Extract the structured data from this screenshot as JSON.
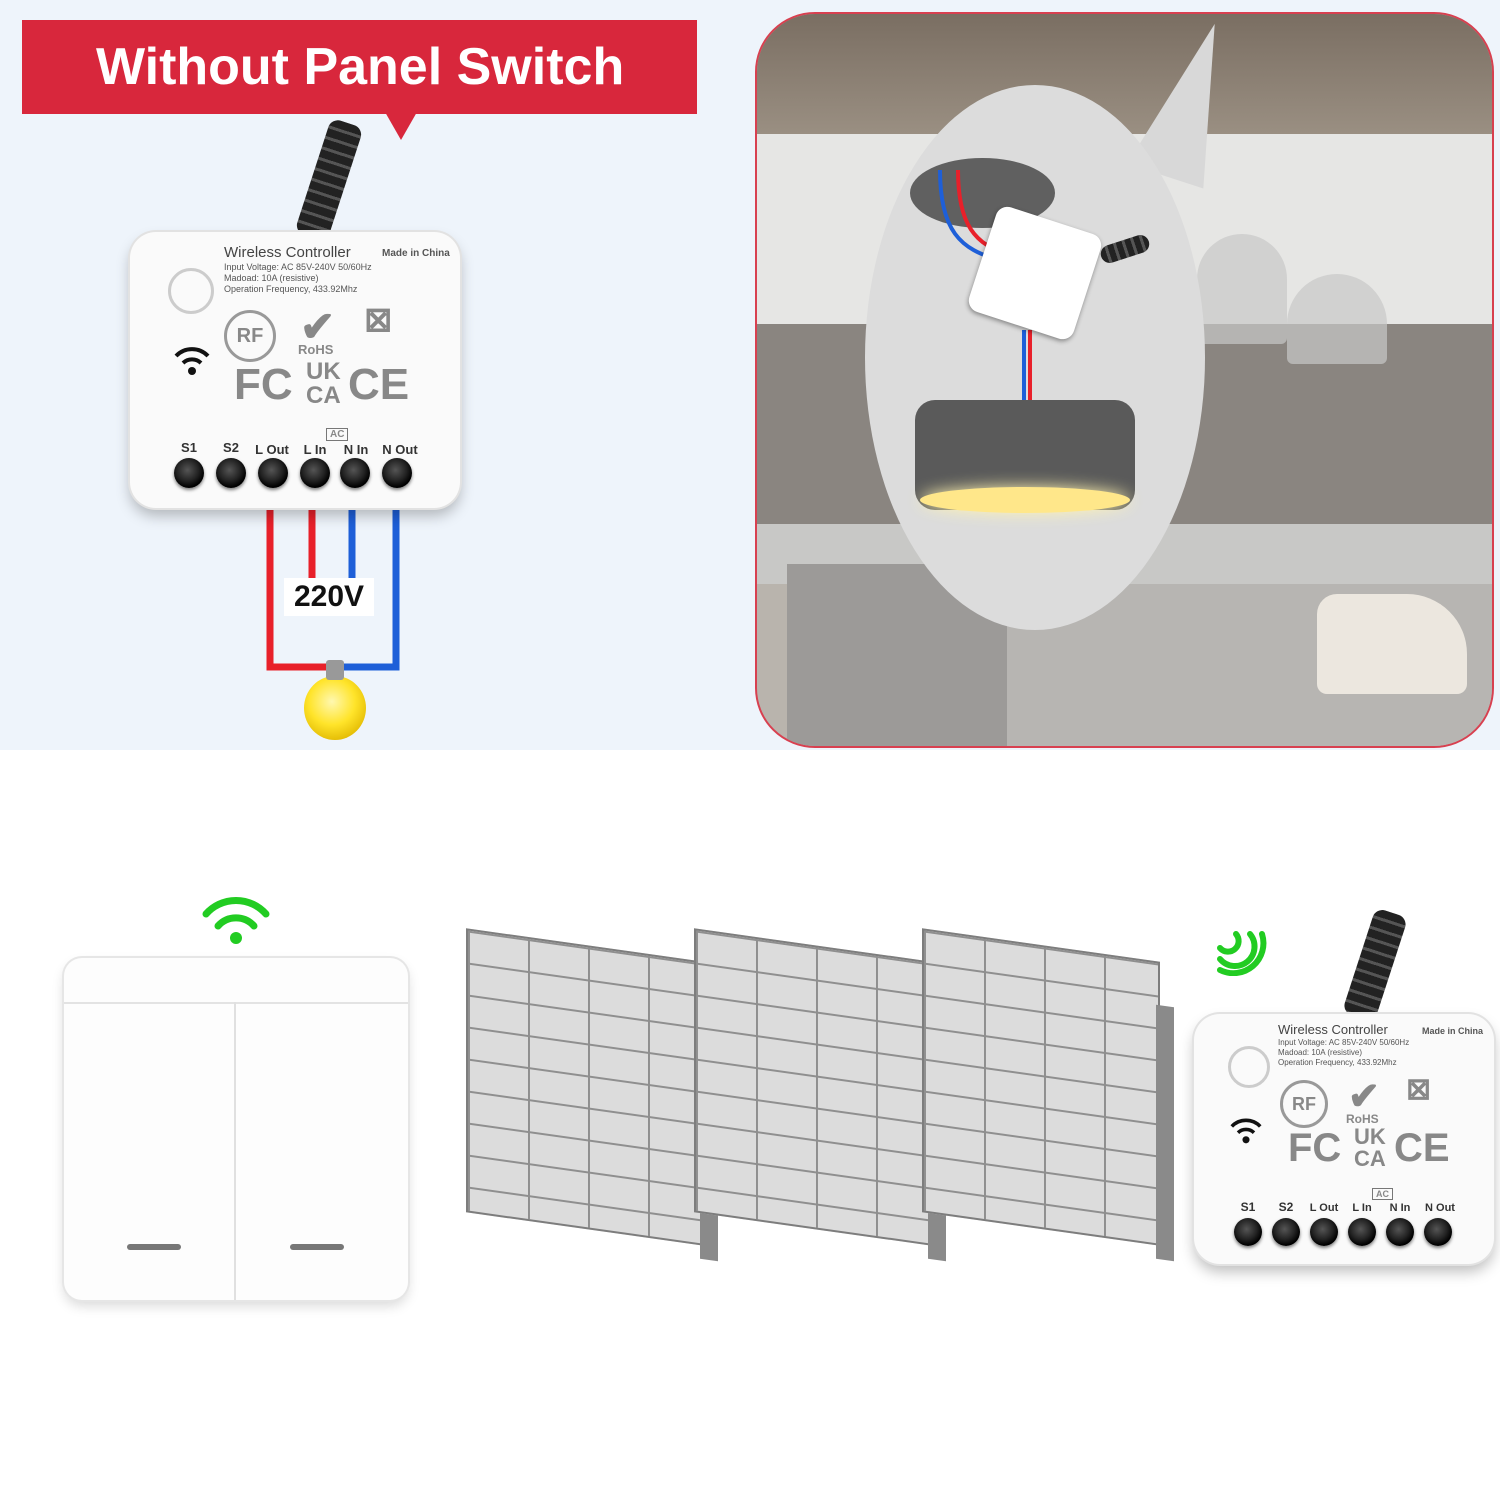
{
  "banner": {
    "title": "Without Panel Switch"
  },
  "module": {
    "title": "Wireless Controller",
    "made_in": "Made in China",
    "specs": [
      "Input Voltage: AC 85V-240V 50/60Hz",
      "Madoad: 10A (resistive)",
      "Operation Frequency, 433.92Mhz"
    ],
    "cert_rf": "RF",
    "cert_rohs": "RoHS",
    "cert_fc": "FC",
    "cert_uk": "UK",
    "cert_ca": "CA",
    "cert_ce": "CE",
    "ac_label": "AC",
    "terminals": [
      "S1",
      "S2",
      "L Out",
      "L In",
      "N In",
      "N Out"
    ]
  },
  "wiring": {
    "voltage": "220V"
  },
  "colors": {
    "banner": "#d8273c",
    "live_wire": "#e8202a",
    "neutral_wire": "#1e5fd8",
    "signal_green": "#22cc22"
  },
  "icons": [
    "wifi-icon",
    "light-bulb-icon",
    "recycle-bin-icon",
    "checkmark-icon"
  ]
}
